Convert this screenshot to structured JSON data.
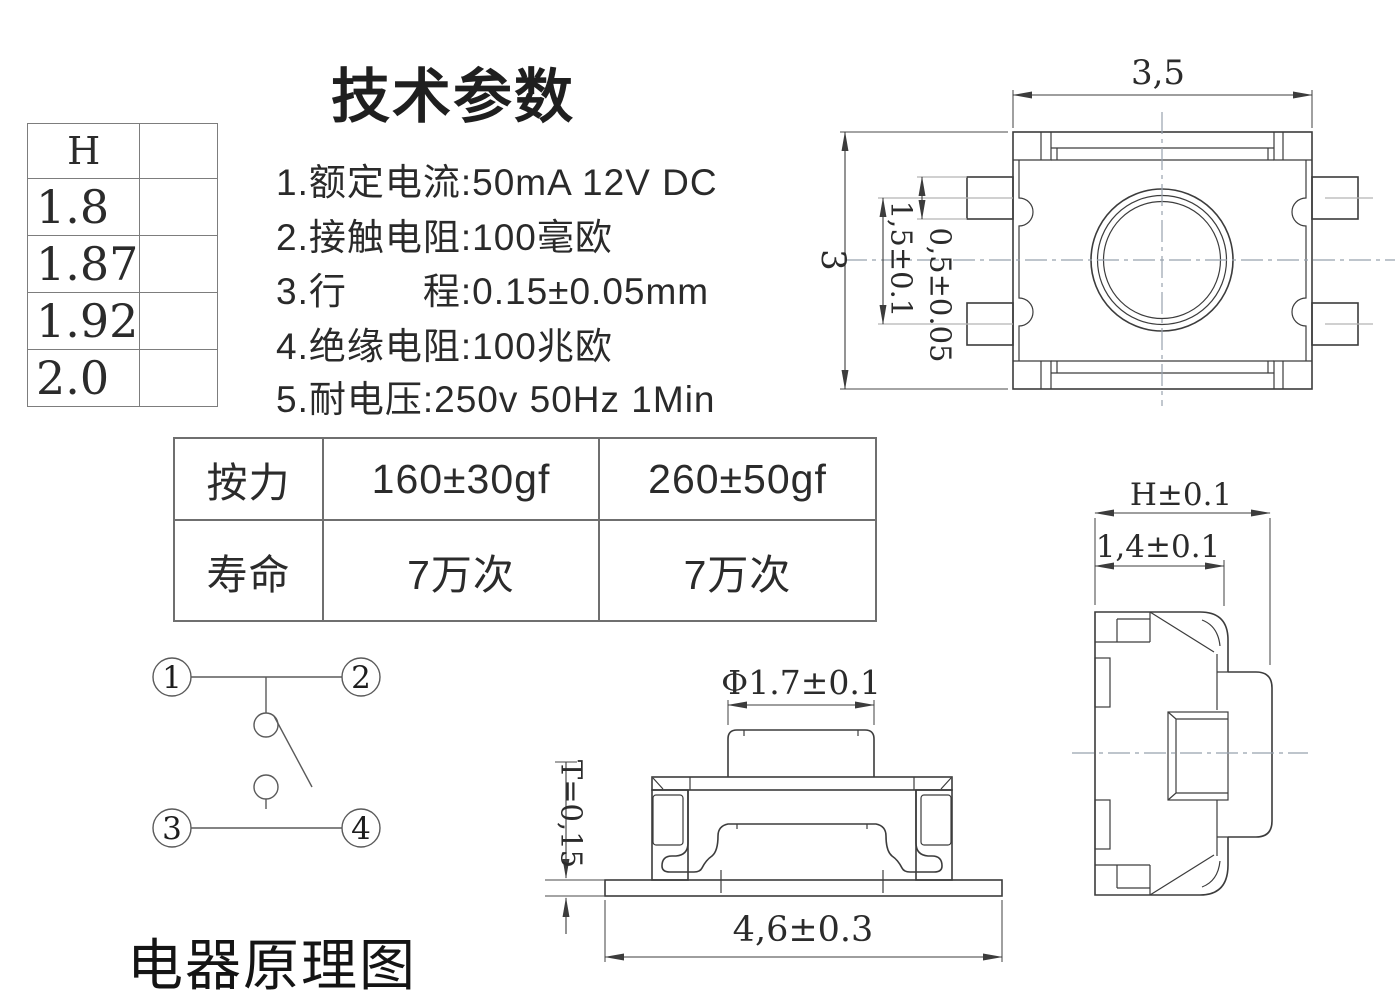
{
  "title": "技术参数",
  "specs": [
    "1.额定电流:50mA 12V DC",
    "2.接触电阻:100毫欧",
    "3.行　　程:0.15±0.05mm",
    "4.绝缘电阻:100兆欧",
    "5.耐电压:250v 50Hz 1Min"
  ],
  "h_table": {
    "header": "H",
    "values": [
      "1.8",
      "1.87",
      "1.92",
      "2.0"
    ]
  },
  "spec_table": {
    "rows": [
      {
        "label": "按力",
        "values": [
          "160±30gf",
          "260±50gf"
        ]
      },
      {
        "label": "寿命",
        "values": [
          "7万次",
          "7万次"
        ]
      }
    ]
  },
  "schematic": {
    "terminals": [
      "1",
      "2",
      "3",
      "4"
    ],
    "caption": "电器原理图"
  },
  "dims": {
    "top_width": "3,5",
    "top_height": "3",
    "pin_pitch": "1,5±0.1",
    "pin_width": "0,5±0.05",
    "button_dia": "Φ1.7±0.1",
    "plate_thk": "T=0,15",
    "base_width": "4,6±0.3",
    "side_total": "H±0.1",
    "side_body": "1,4±0.1"
  },
  "colors": {
    "line": "#3c3c3c",
    "table_border": "#7d7d7d",
    "centerline": "#98a2ae",
    "text": "#222222"
  }
}
